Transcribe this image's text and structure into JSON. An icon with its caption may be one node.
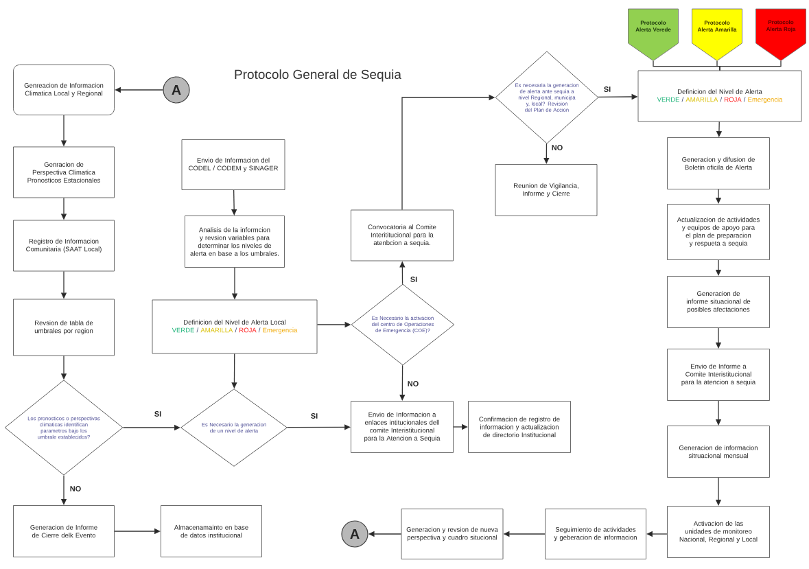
{
  "diagram": {
    "title": "Protocolo General de Sequia",
    "nodes": [
      {
        "text": [
          "Genreacion de Informacion Climatica Local y Regional"
        ]
      },
      {
        "text": [
          "A"
        ]
      },
      {
        "text": [
          "Genracion de Perspectiva Climatica Pronosticos Estacionales"
        ]
      },
      {
        "text": [
          "Registro de Informacion Comunitaria (SAAT Local)"
        ]
      },
      {
        "text": [
          "Revsion de tabla de umbrales por region"
        ]
      },
      {
        "text": [
          "Los pronosticos o perspectivas climaticas identifican parametros bajo los  umbrale establecidos?"
        ]
      },
      {
        "text": [
          "Generacion de Informe de Cierre delk Evento"
        ]
      },
      {
        "text": [
          "Almacenamainto en base de datos institucional"
        ]
      },
      {
        "text": [
          "Envio de Informacion del CODEL / CODEM y SINAGER"
        ]
      },
      {
        "text": [
          "Analisis de la informcion y revsion variables para determinar  los niveles de alerta en base a los umbrales."
        ]
      },
      {
        "text": [
          "Definicion del Nivel de Alerta Local",
          "VERDE",
          "/",
          "AMARILLA",
          "/",
          "ROJA",
          "/",
          "Emergencia"
        ]
      },
      {
        "text": [
          "Es Necesario la  generacion de un nivel de alerta"
        ]
      },
      {
        "text": [
          "Envio de Informacion a enlaces intitucionales dell comite Interistitucional para la Atencion a Sequia"
        ]
      },
      {
        "text": [
          "Confirmacion de registro de informacion y actualizacion de directorio Institucional"
        ]
      },
      {
        "text": [
          "Es Necesario la activacion del centro de Operaciones de Emergencia (COE)?"
        ]
      },
      {
        "text": [
          "Convocatoria al Comite Interititucional para la atenbcion a sequia."
        ]
      },
      {
        "text": [
          "Es necesaria la generacion de alerta ante sequia a nivel Regional, municipa y, local? Revision del Plan de Accion"
        ]
      },
      {
        "text": [
          "Reunion de Vigilancia, Informe y Cierre"
        ]
      },
      {
        "text": [
          "Protocolo Alerta Verede"
        ]
      },
      {
        "text": [
          "Protocolo Alerta Amarilla"
        ]
      },
      {
        "text": [
          "Protocolo Alerta Roja"
        ]
      },
      {
        "text": [
          "Definicion del Nivel de Alerta",
          "VERDE",
          "/",
          "AMARILLA",
          "/",
          "ROJA",
          "/",
          "Emergencia"
        ]
      },
      {
        "text": [
          "Generacion y difusion de Boletin oficila de Alerta"
        ]
      },
      {
        "text": [
          "Actualizacion de actividades y equipos de apoyo para el plan de preparacion y respueta a sequia"
        ]
      },
      {
        "text": [
          "Generacion de informe situacional de posibles afectaciones"
        ]
      },
      {
        "text": [
          "Envio de Informe a Comite Interistitucional para la atencion a sequia"
        ]
      },
      {
        "text": [
          "Generacion de informacion sitruacional mensual"
        ]
      },
      {
        "text": [
          "Activacion de las unidades de monitoreo Nacional, Regional y Local"
        ]
      },
      {
        "text": [
          "Seguimiento de actividades y geberacion de informacion"
        ]
      },
      {
        "text": [
          "Generacion y revsion de nueva perspectiva y cuadro situcional"
        ]
      },
      {
        "text": [
          "A"
        ]
      }
    ],
    "edges": [
      {
        "from": 1,
        "to": 0,
        "arrow": "to"
      },
      {
        "from": 0,
        "to": 2,
        "arrow": "to"
      },
      {
        "from": 2,
        "to": 3,
        "arrow": "to"
      },
      {
        "from": 3,
        "to": 4,
        "arrow": "to"
      },
      {
        "from": 4,
        "to": 5,
        "arrow": "to"
      },
      {
        "from": 5,
        "to": 11,
        "arrow": "to",
        "label": "SI"
      },
      {
        "from": 5,
        "to": 6,
        "arrow": "to",
        "label": "NO"
      },
      {
        "from": 6,
        "to": 7,
        "arrow": "to"
      },
      {
        "from": 8,
        "to": 9,
        "arrow": "to"
      },
      {
        "from": 9,
        "to": 10,
        "arrow": "to"
      },
      {
        "from": 10,
        "to": 11,
        "arrow": "to"
      },
      {
        "from": 11,
        "to": 12,
        "arrow": "to",
        "label": "SI"
      },
      {
        "from": 10,
        "to": 14,
        "arrow": "to"
      },
      {
        "from": 14,
        "to": 12,
        "arrow": "to",
        "label": "NO"
      },
      {
        "from": 14,
        "to": 15,
        "arrow": "to",
        "label": "SI"
      },
      {
        "from": 12,
        "to": 13,
        "arrow": "to"
      },
      {
        "from": 15,
        "to": 16,
        "arrow": "to"
      },
      {
        "from": 16,
        "to": 21,
        "arrow": "to",
        "label": "SI"
      },
      {
        "from": 16,
        "to": 17,
        "arrow": "to",
        "label": "NO"
      },
      {
        "from": 18,
        "to": 21,
        "arrow": "none"
      },
      {
        "from": 19,
        "to": 21,
        "arrow": "none"
      },
      {
        "from": 20,
        "to": 21,
        "arrow": "none"
      },
      {
        "from": 21,
        "to": 22,
        "arrow": "to"
      },
      {
        "from": 22,
        "to": 23,
        "arrow": "to"
      },
      {
        "from": 23,
        "to": 24,
        "arrow": "to"
      },
      {
        "from": 24,
        "to": 25,
        "arrow": "to"
      },
      {
        "from": 25,
        "to": 26,
        "arrow": "to"
      },
      {
        "from": 26,
        "to": 27,
        "arrow": "to"
      },
      {
        "from": 27,
        "to": 28,
        "arrow": "to"
      },
      {
        "from": 28,
        "to": 29,
        "arrow": "to"
      },
      {
        "from": 29,
        "to": 30,
        "arrow": "to"
      }
    ]
  }
}
